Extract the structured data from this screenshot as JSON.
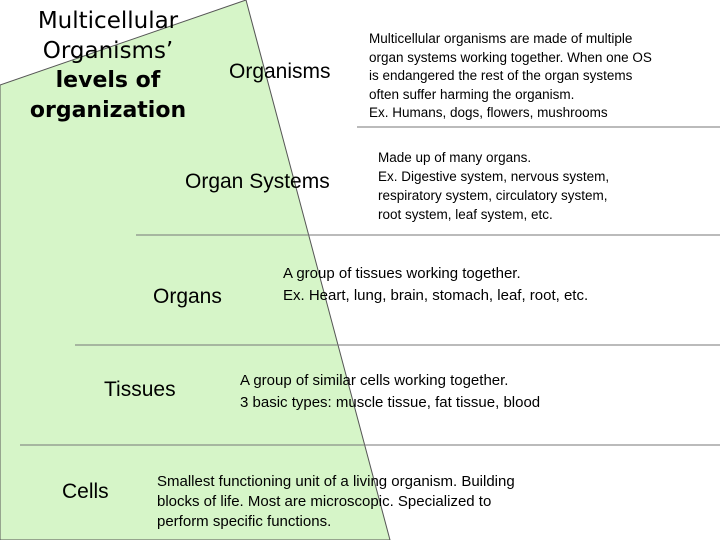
{
  "title": {
    "line1": "Multicellular",
    "line2": "Organisms’",
    "line3": "levels of",
    "line4": "organization"
  },
  "levels": [
    {
      "label": "Organisms",
      "description": [
        "Multicellular organisms are made of multiple",
        "organ systems working together.  When one OS",
        "is endangered the rest of the organ systems",
        "often suffer harming the organism.",
        "Ex. Humans, dogs, flowers, mushrooms"
      ]
    },
    {
      "label": "Organ Systems",
      "description": [
        "Made up of many organs.",
        "Ex.  Digestive system, nervous system,",
        "respiratory system, circulatory system,",
        "root system, leaf system, etc."
      ]
    },
    {
      "label": "Organs",
      "description": [
        "A group of tissues working together.",
        "Ex.  Heart, lung, brain, stomach, leaf, root, etc."
      ]
    },
    {
      "label": "Tissues",
      "description": [
        "A group of similar cells working together.",
        "3 basic types: muscle tissue, fat tissue, blood"
      ]
    },
    {
      "label": "Cells",
      "description": [
        "Smallest functioning unit of a living organism.  Building",
        "blocks of life.  Most are microscopic. Specialized to",
        "perform specific functions."
      ]
    }
  ],
  "colors": {
    "pyramid_fill": "#d6f5c8",
    "line_color": "#555555",
    "divider_color": "#777777"
  }
}
